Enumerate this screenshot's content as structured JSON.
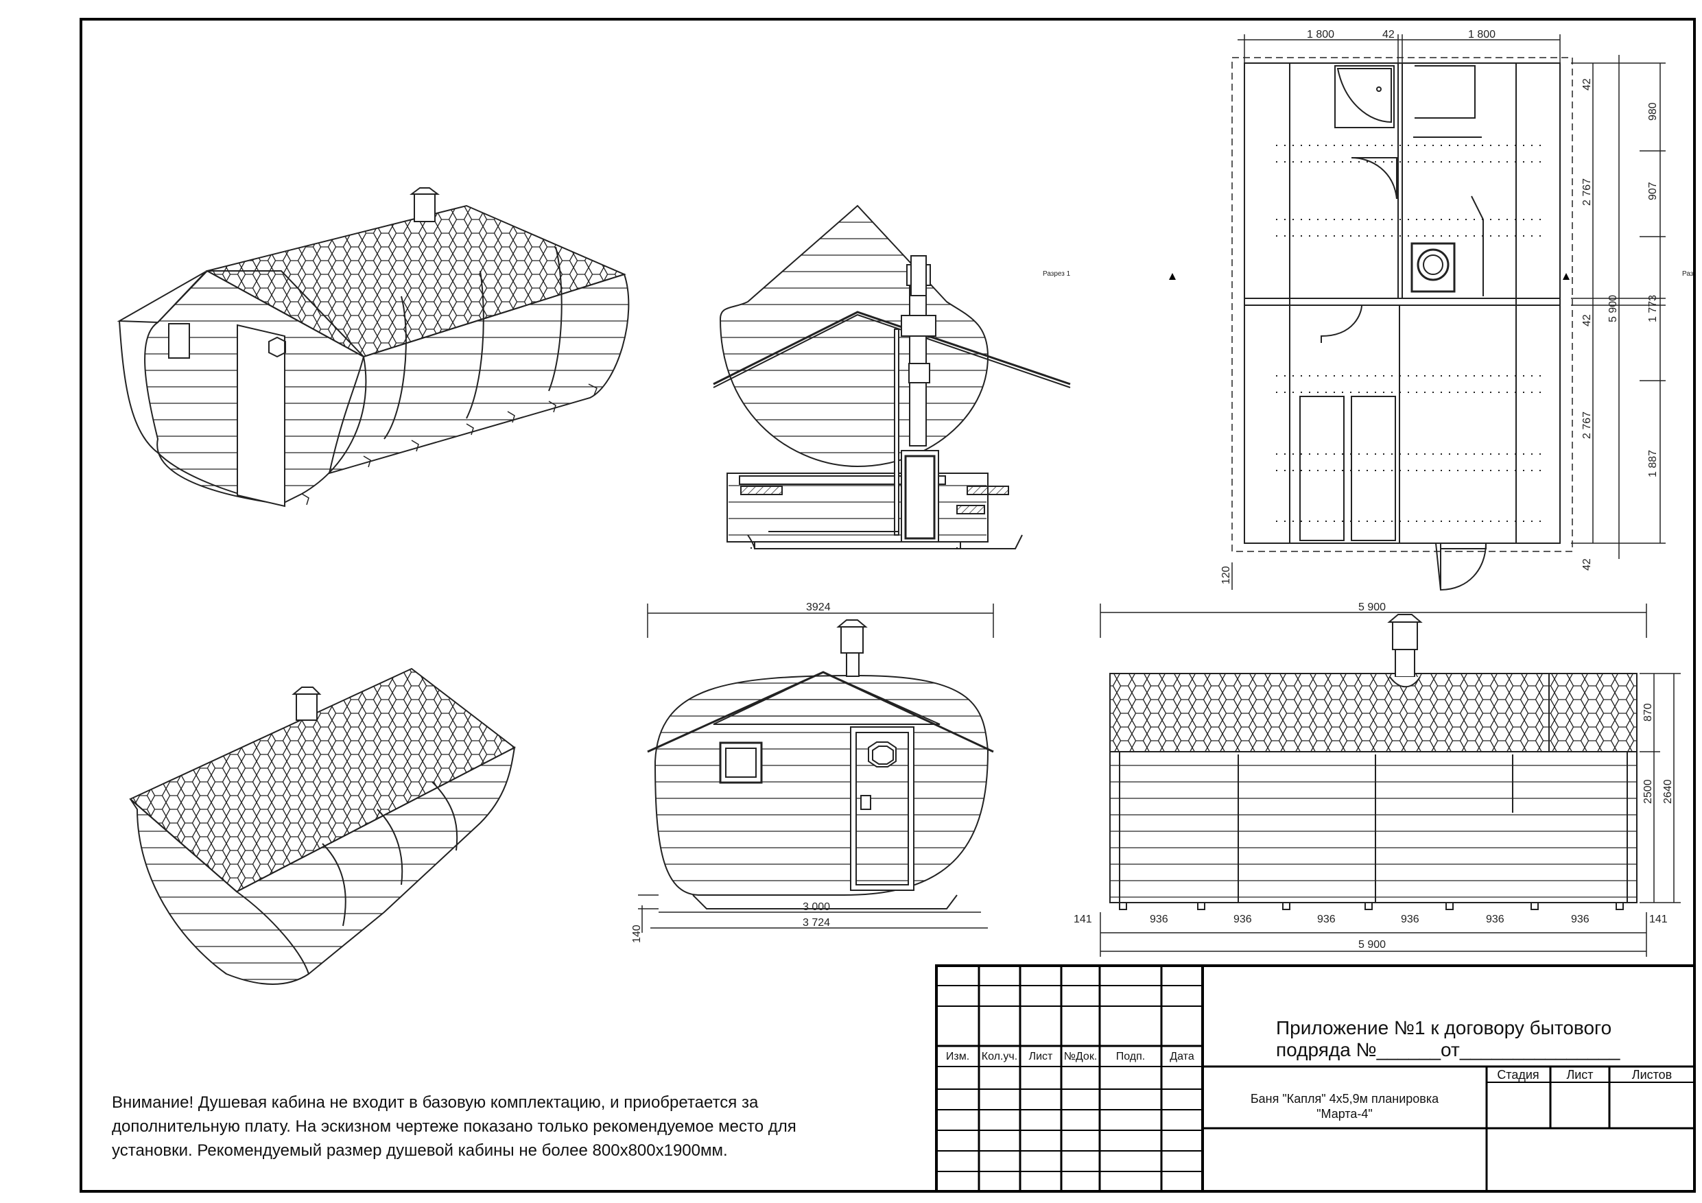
{
  "title_block": {
    "headers": [
      "Изм.",
      "Кол.уч.",
      "Лист",
      "№Док.",
      "Подп.",
      "Дата"
    ],
    "appendix_line1": "Приложение №1 к договору бытового",
    "appendix_line2": "подряда №______от_______________",
    "project_line1": "Баня \"Капля\" 4х5,9м планировка",
    "project_line2": "\"Марта-4\"",
    "stage_label": "Стадия",
    "sheet_label": "Лист",
    "sheets_label": "Листов"
  },
  "note": {
    "text": "Внимание! Душевая кабина не входит в базовую комплектацию, и приобретается за дополнительную плату. На эскизном чертеже показано только рекомендуемое место для установки. Рекомендуемый размер душевой кабины не более 800х800х1900мм."
  },
  "section_label": "Разрез 1",
  "section_label_right": "Раз",
  "plan_dims": {
    "top_left": "1 800",
    "top_mid": "42",
    "top_right": "1 800",
    "right_1": "42",
    "right_2": "2 767",
    "right_3": "42",
    "right_4": "2 767",
    "right_5": "42",
    "total": "5 900",
    "far_1": "980",
    "far_2": "907",
    "far_3": "1 773",
    "far_4": "1 887",
    "bottom_left": "120"
  },
  "front_dims": {
    "top": "3924",
    "inner": "3 000",
    "outer": "3 724",
    "base": "140"
  },
  "side_dims": {
    "top": "5 900",
    "bottom": "5 900",
    "edge_left": "141",
    "edge_right": "141",
    "spans": [
      "936",
      "936",
      "936",
      "936",
      "936",
      "936"
    ],
    "roof": "870",
    "wall": "2500",
    "total_h": "2640"
  }
}
